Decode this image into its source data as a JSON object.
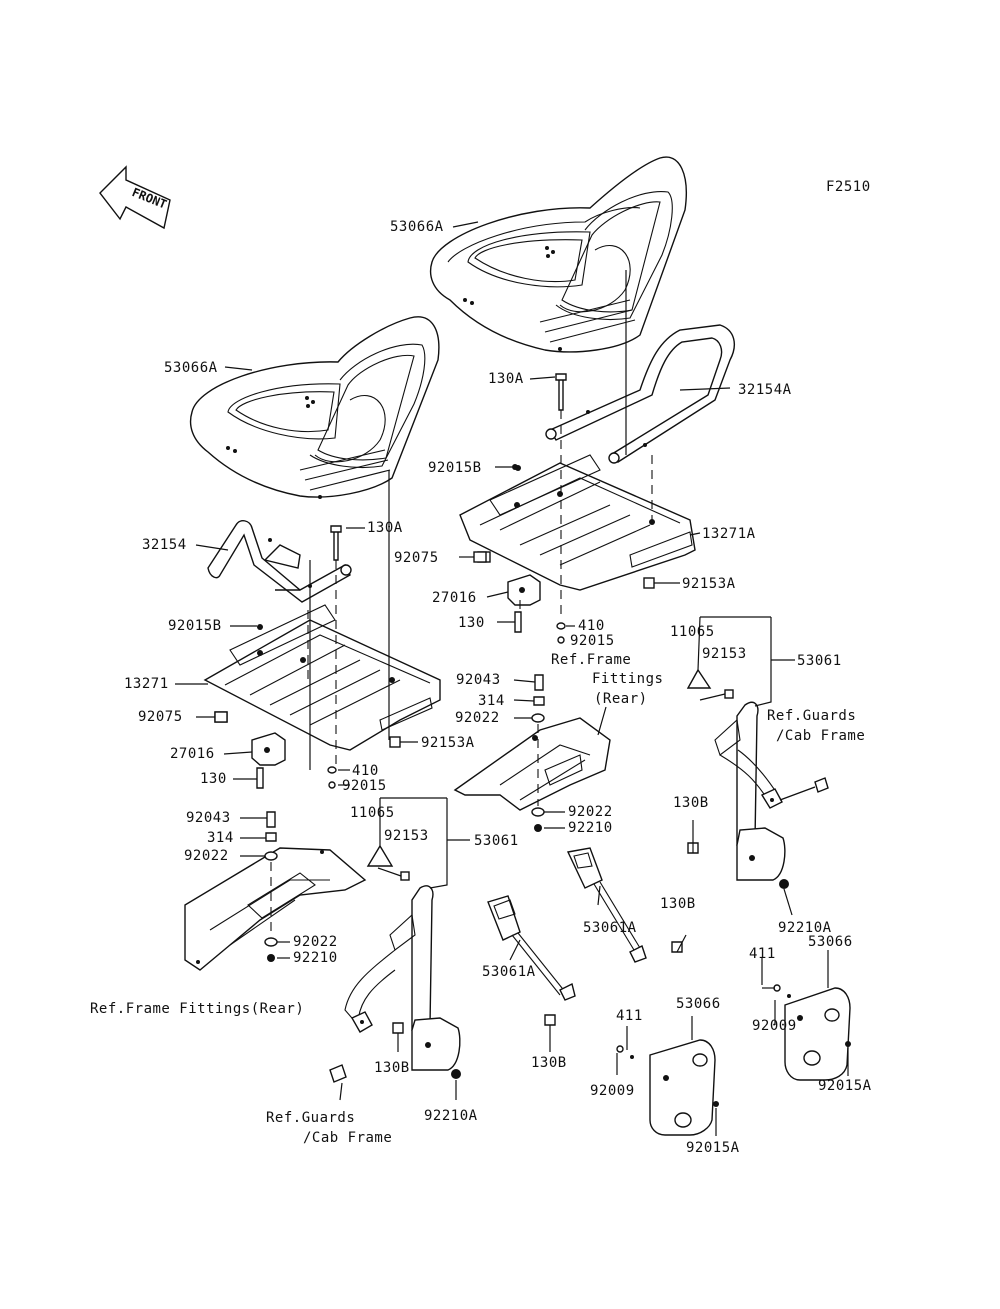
{
  "figure_code": "F2510",
  "front_arrow_text": "FRONT",
  "labels": {
    "l01": "53066A",
    "l02": "53066A",
    "l03": "130A",
    "l04": "32154A",
    "l05": "92015B",
    "l06": "13271A",
    "l07": "92075",
    "l08": "92153A",
    "l09": "27016",
    "l10": "130",
    "l11": "410",
    "l12": "92015",
    "l13": "Ref.Frame",
    "l14": "11065",
    "l15": "92153",
    "l16": "53061",
    "l17": "Fittings",
    "l18": "(Rear)",
    "l19": "92043",
    "l20": "314",
    "l21": "92022",
    "l22": "Ref.Guards",
    "l23": "/Cab Frame",
    "l24": "32154",
    "l25": "130A",
    "l26": "92015B",
    "l27": "13271",
    "l28": "92075",
    "l29": "27016",
    "l30": "130",
    "l31": "92153A",
    "l32": "410",
    "l33": "92015",
    "l34": "92022",
    "l35": "92210",
    "l36": "92043",
    "l37": "314",
    "l38": "92022",
    "l39": "11065",
    "l40": "92153",
    "l41": "53061",
    "l42": "130B",
    "l43": "53061A",
    "l44": "130B",
    "l45": "92210A",
    "l46": "411",
    "l47": "53066",
    "l48": "92022",
    "l49": "92210",
    "l50": "92009",
    "l51": "Ref.Frame Fittings(Rear)",
    "l52": "53061A",
    "l53": "411",
    "l54": "53066",
    "l55": "92015A",
    "l56": "130B",
    "l57": "130B",
    "l58": "92009",
    "l59": "Ref.Guards",
    "l60": "92210A",
    "l61": "92015A",
    "l62": "/Cab Frame"
  }
}
